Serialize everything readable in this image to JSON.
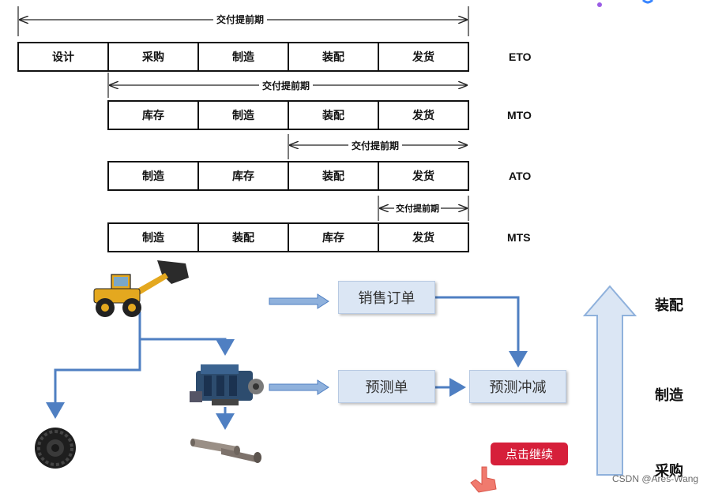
{
  "lead_time_label": "交付提前期",
  "rows": [
    {
      "mode": "ETO",
      "cells": [
        "设计",
        "采购",
        "制造",
        "装配",
        "发货"
      ]
    },
    {
      "mode": "MTO",
      "cells": [
        "库存",
        "制造",
        "装配",
        "发货"
      ]
    },
    {
      "mode": "ATO",
      "cells": [
        "制造",
        "库存",
        "装配",
        "发货"
      ]
    },
    {
      "mode": "MTS",
      "cells": [
        "制造",
        "装配",
        "库存",
        "发货"
      ]
    }
  ],
  "flow": {
    "sales_order": "销售订单",
    "forecast": "预测单",
    "forecast_offset": "预测冲减"
  },
  "stages": {
    "top": "装配",
    "middle": "制造",
    "bottom": "采购"
  },
  "continue_button": "点击继续",
  "watermark": "CSDN @Ares-Wang",
  "icons": [
    "loader-icon",
    "tire-icon",
    "engine-icon",
    "shaft-icon",
    "hand-cursor-icon"
  ],
  "colors": {
    "arrow_blue": "#4f7fc2",
    "box_fill": "#dbe6f4",
    "button_red": "#d61f3a"
  }
}
